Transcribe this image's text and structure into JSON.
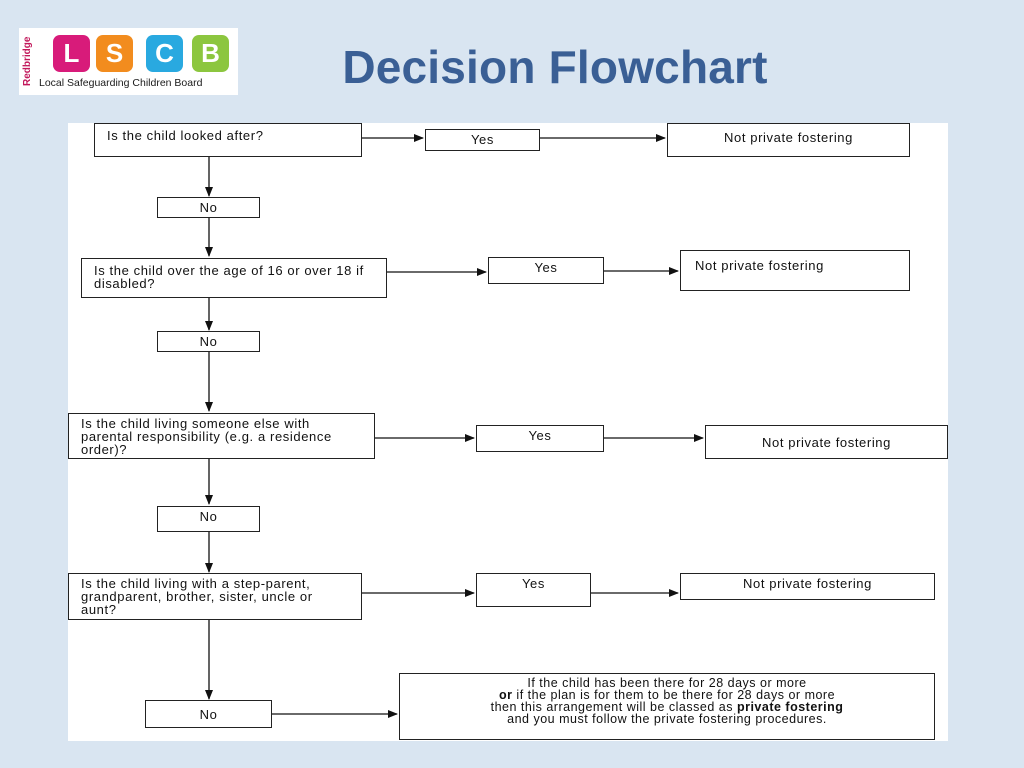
{
  "logo": {
    "side_text": "Redbridge",
    "letters": [
      {
        "letter": "L",
        "color": "#d81b7a"
      },
      {
        "letter": "S",
        "color": "#f28c1e"
      },
      {
        "letter": "C",
        "color": "#29a9e0"
      },
      {
        "letter": "B",
        "color": "#8cc63f"
      }
    ],
    "subtitle": "Local Safeguarding Children Board"
  },
  "title": "Decision Flowchart",
  "flowchart": {
    "steps": [
      {
        "question": "Is the child looked after?",
        "yes": "Yes",
        "result": "Not private fostering",
        "no": "No"
      },
      {
        "question": "Is the child over the age of 16 or over 18 if disabled?",
        "yes": "Yes",
        "result": "Not private fostering",
        "no": "No"
      },
      {
        "question": "Is the child living someone else with parental responsibility (e.g. a residence order)?",
        "yes": "Yes",
        "result": "Not private fostering",
        "no": "No"
      },
      {
        "question": "Is the child living with a step-parent, grandparent, brother, sister, uncle or aunt?",
        "yes": "Yes",
        "result": "Not private fostering",
        "no": "No"
      }
    ],
    "final": {
      "line1": "If the child has been there for 28 days or more",
      "line2_bold": "or",
      "line2_rest": " if the plan is for them to be there for 28 days or more",
      "line3_prefix": "then this arrangement will be classed as ",
      "line3_bold": "private fostering",
      "line4": "and you must follow the private fostering procedures."
    }
  }
}
